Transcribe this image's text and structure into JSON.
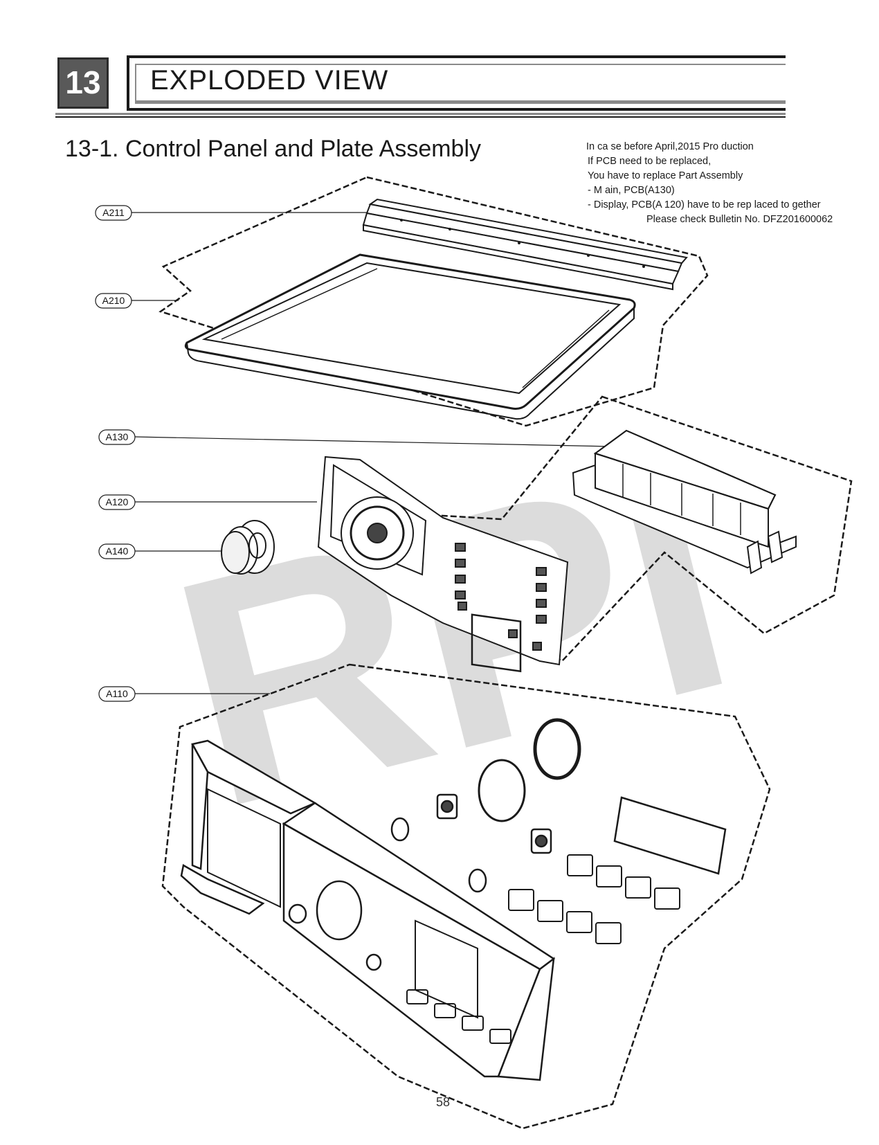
{
  "section": {
    "number": "13",
    "title": "EXPLODED VIEW"
  },
  "subtitle": "13-1. Control Panel and Plate Assembly",
  "note_lines": [
    "In ca se before April,2015 Pro  duction",
    "If PCB need to be replaced,",
    "You have to replace Part Assembly",
    "- M ain, PCB(A130)",
    "- Display, PCB(A  120) have to be rep  laced to gether",
    "Please check Bulletin No. DFZ201600062"
  ],
  "callouts": {
    "a211": "A211",
    "a210": "A210",
    "a130": "A130",
    "a120": "A120",
    "a140": "A140",
    "a110": "A110"
  },
  "watermark": "RPI",
  "page_number": "58",
  "colors": {
    "header_badge": "#595959",
    "watermark": "#d9d9d9",
    "line": "#1a1a1a"
  }
}
